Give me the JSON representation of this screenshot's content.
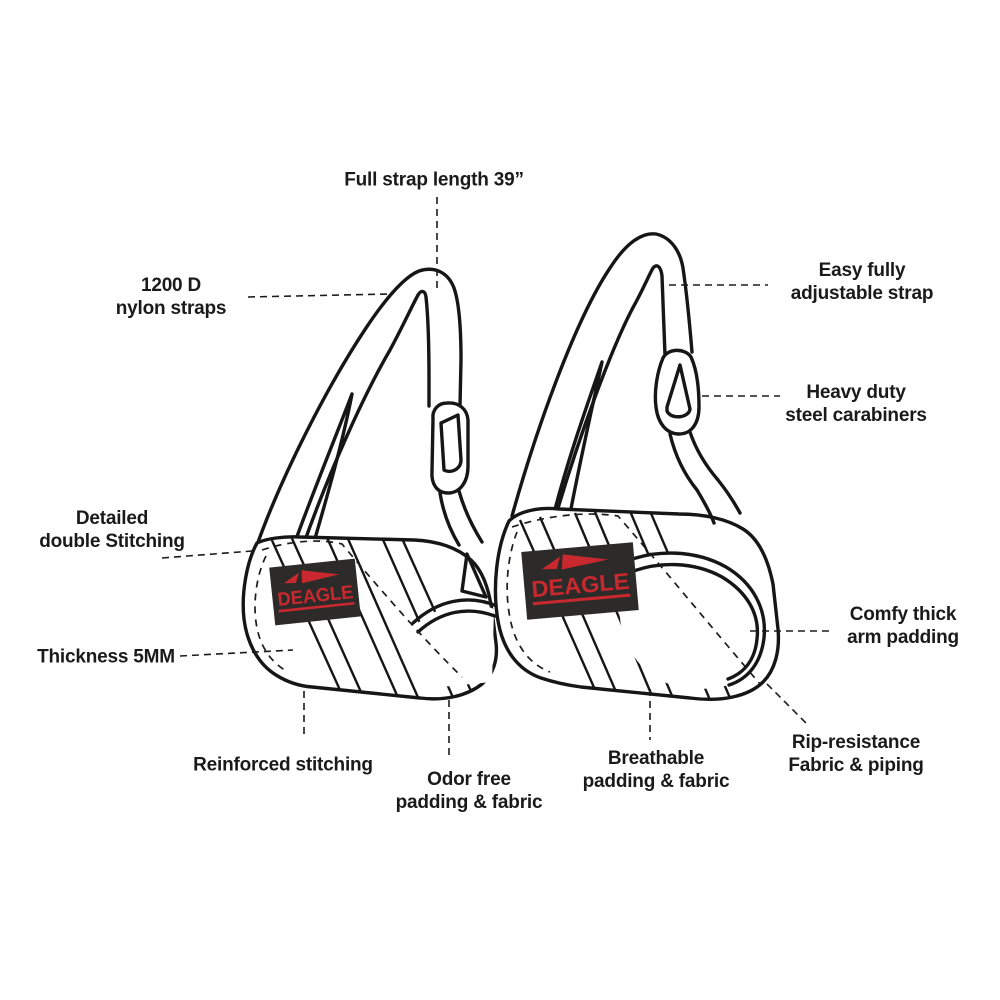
{
  "page": {
    "background": "#ffffff",
    "type": "product-feature-diagram",
    "subject": "hanging ab straps pair"
  },
  "brand": {
    "name": "DEAGLE",
    "text_color": "#c9282e",
    "patch_color": "#2d2b2a"
  },
  "colors": {
    "line_art": "#161616",
    "label_text": "#1a1a1a",
    "leader_line": "#1c1c1c"
  },
  "labels": {
    "full_strap_length": {
      "line1": "Full strap length 39”"
    },
    "nylon_straps": {
      "line1": "1200 D",
      "line2": "nylon straps"
    },
    "adjustable_strap": {
      "line1": "Easy fully",
      "line2": "adjustable strap"
    },
    "carabiners": {
      "line1": "Heavy duty",
      "line2": "steel carabiners"
    },
    "double_stitching": {
      "line1": "Detailed",
      "line2": "double Stitching"
    },
    "thickness": {
      "line1": "Thickness 5MM"
    },
    "reinforced_stitching": {
      "line1": "Reinforced stitching"
    },
    "odor_free": {
      "line1": "Odor free",
      "line2": "padding & fabric"
    },
    "breathable": {
      "line1": "Breathable",
      "line2": "padding & fabric"
    },
    "rip_resistance": {
      "line1": "Rip-resistance",
      "line2": "Fabric & piping"
    },
    "arm_padding": {
      "line1": "Comfy thick",
      "line2": "arm padding"
    }
  }
}
